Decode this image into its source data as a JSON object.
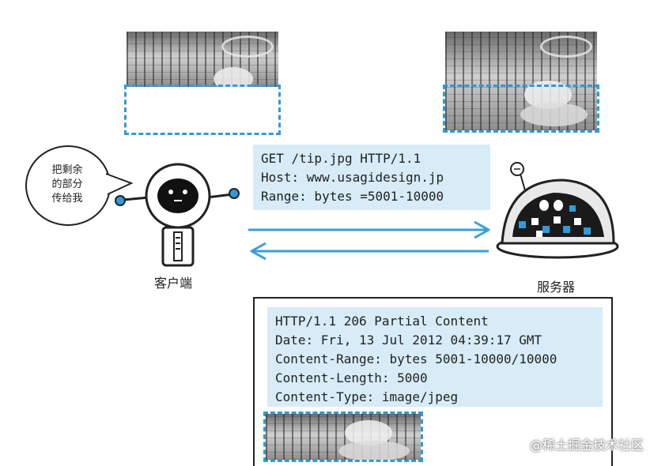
{
  "request": {
    "lines": [
      "GET /tip.jpg HTTP/1.1",
      "Host: www.usagidesign.jp",
      "Range: bytes =5001-10000"
    ]
  },
  "response": {
    "lines": [
      "HTTP/1.1 206 Partial Content",
      "Date: Fri, 13 Jul 2012 04:39:17 GMT",
      "Content-Range: bytes 5001-10000/10000",
      "Content-Length: 5000",
      "Content-Type: image/jpeg"
    ]
  },
  "client": {
    "label": "客户端",
    "speech": [
      "把剩余",
      "的部分",
      "传给我"
    ]
  },
  "server": {
    "label": "服务器"
  },
  "watermark": "@稀土掘金技术社区",
  "colors": {
    "accent": "#2f9bd8",
    "code_bg": "#d7ecf7",
    "arrow": "#3a9fd9"
  },
  "icons": {
    "client": "robot-icon",
    "server": "server-dome-icon"
  }
}
